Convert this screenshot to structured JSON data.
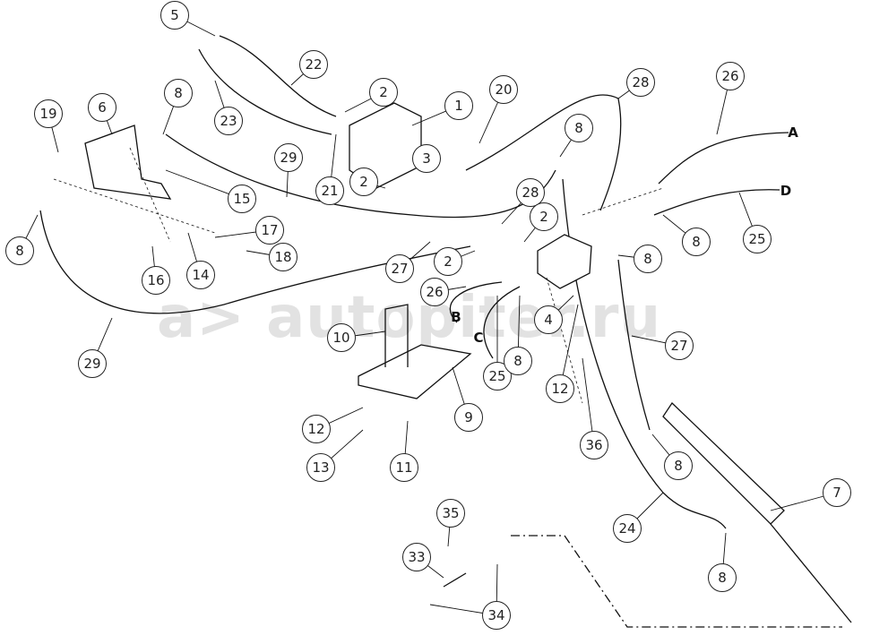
{
  "watermark": "a> autopiter.ru",
  "callouts": [
    "5",
    "22",
    "23",
    "2",
    "1",
    "20",
    "28",
    "26",
    "8",
    "6",
    "19",
    "29",
    "3",
    "21",
    "2",
    "15",
    "28",
    "8",
    "2",
    "8",
    "25",
    "17",
    "18",
    "14",
    "16",
    "8",
    "27",
    "2",
    "8",
    "26",
    "4",
    "10",
    "25",
    "8",
    "12",
    "27",
    "29",
    "9",
    "12",
    "11",
    "13",
    "36",
    "8",
    "7",
    "24",
    "35",
    "33",
    "8",
    "34"
  ],
  "letters": [
    "A",
    "D",
    "B",
    "C"
  ]
}
